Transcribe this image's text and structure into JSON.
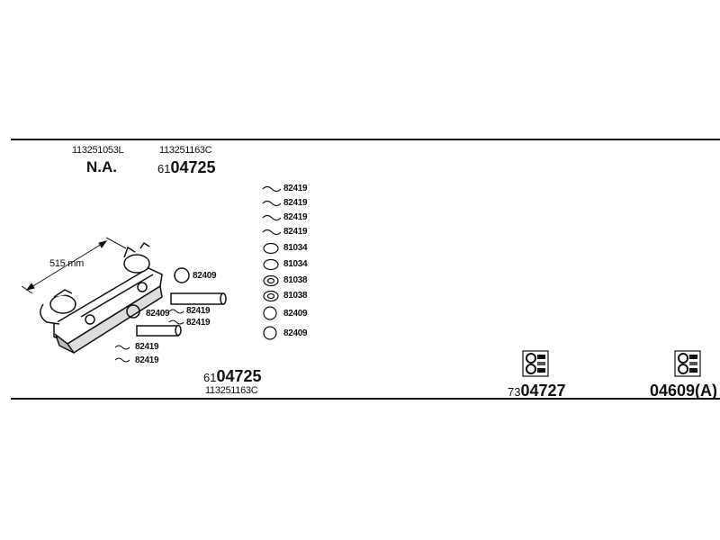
{
  "top_parts": {
    "left": {
      "part_no": "113251053L",
      "status": "N.A."
    },
    "right": {
      "part_no": "113251163C",
      "code_prefix": "61",
      "code_main": "04725"
    }
  },
  "dimension": {
    "label": "515 mm"
  },
  "hardware_column": [
    {
      "label": "82419",
      "icon": "clamp-icon"
    },
    {
      "label": "82419",
      "icon": "clamp-icon"
    },
    {
      "label": "82419",
      "icon": "clamp-icon"
    },
    {
      "label": "82419",
      "icon": "clamp-icon"
    },
    {
      "label": "81034",
      "icon": "gasket-icon"
    },
    {
      "label": "81034",
      "icon": "gasket-icon"
    },
    {
      "label": "81038",
      "icon": "ring-gasket-icon"
    },
    {
      "label": "81038",
      "icon": "ring-gasket-icon"
    },
    {
      "label": "82409",
      "icon": "o-ring-icon"
    },
    {
      "label": "82409",
      "icon": "o-ring-icon"
    }
  ],
  "assembly_labels": {
    "ring_right": "82409",
    "ring_left": "82409",
    "clamp_a": "82419",
    "clamp_b": "82419",
    "clamp_c": "82419",
    "clamp_d": "82419"
  },
  "bottom_left": {
    "code_prefix": "61",
    "code_main": "04725",
    "part_no": "113251163C"
  },
  "bottom_mid": {
    "code_prefix": "73",
    "code_main": "04727",
    "icon": "mounting-kit-icon"
  },
  "bottom_right": {
    "code_main": "04609(A)",
    "icon": "mounting-kit-icon"
  }
}
